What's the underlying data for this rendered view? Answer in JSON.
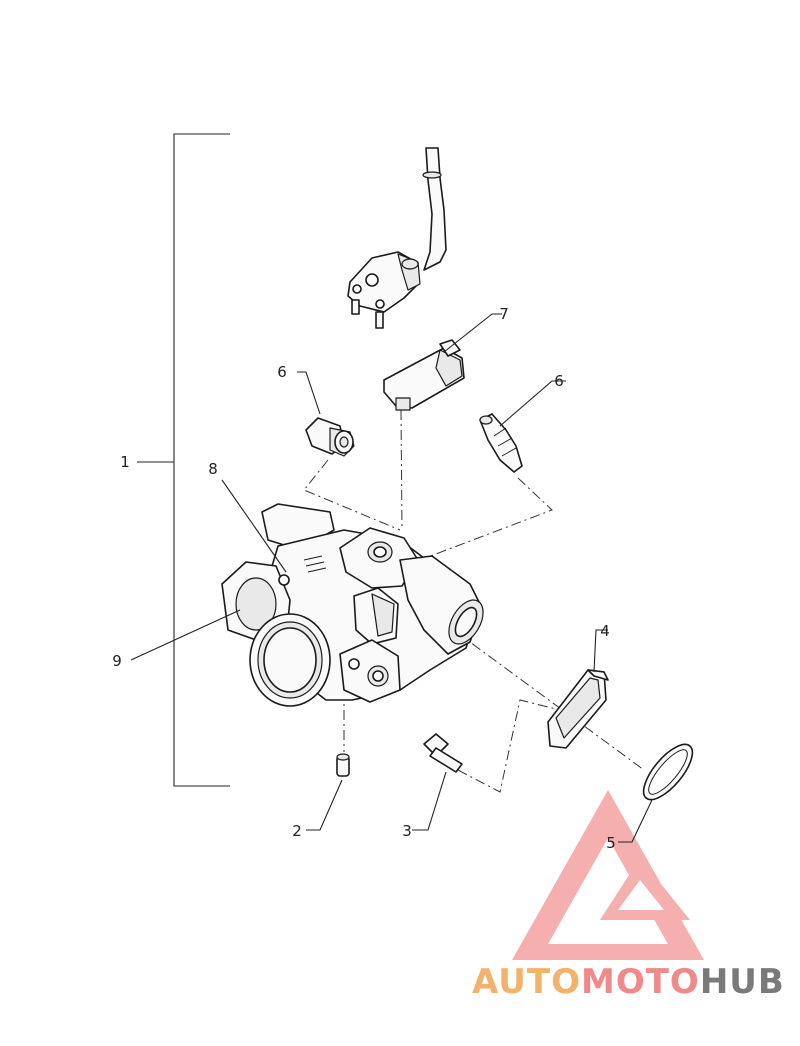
{
  "callouts": {
    "c1": "1",
    "c2": "2",
    "c3": "3",
    "c4": "4",
    "c5": "5",
    "c6a": "6",
    "c6b": "6",
    "c7": "7",
    "c8": "8",
    "c9": "9"
  },
  "watermark": {
    "part1": "AUTO",
    "part2": "MOTO",
    "part3": "HUB",
    "colors": {
      "orange": "#f2b26a",
      "red": "#f08a8a",
      "grey": "#7a7a7a"
    }
  }
}
